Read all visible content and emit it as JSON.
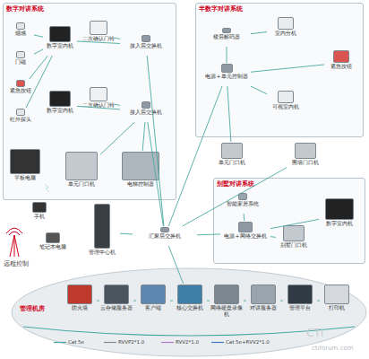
{
  "diagram": {
    "nodes": [
      {
        "text": [
          "数字对讲系统"
        ]
      },
      {
        "text": [
          "烟感"
        ],
        "in": 0
      },
      {
        "text": [
          "门磁"
        ],
        "in": 0
      },
      {
        "text": [
          "紧急按钮"
        ],
        "in": 0
      },
      {
        "text": [
          "红外探头"
        ],
        "in": 0
      },
      {
        "text": [
          "数字室内机"
        ],
        "in": 0
      },
      {
        "text": [
          "二次确认门铃"
        ],
        "in": 0
      },
      {
        "text": [
          "接入层交换机"
        ],
        "in": 0
      },
      {
        "text": [
          "数字室内机"
        ],
        "in": 0
      },
      {
        "text": [
          "二次确认门铃"
        ],
        "in": 0
      },
      {
        "text": [
          "接入层交换机"
        ],
        "in": 0
      },
      {
        "text": [
          "平板电脑"
        ],
        "in": 0
      },
      {
        "text": [
          "单元门口机"
        ],
        "in": 0
      },
      {
        "text": [
          "电梯控制器"
        ],
        "in": 0
      },
      {
        "text": [
          "半数字对讲系统"
        ]
      },
      {
        "text": [
          "室内分机"
        ],
        "in": 14
      },
      {
        "text": [
          "楼层解码器"
        ],
        "in": 14
      },
      {
        "text": [
          "紧急按钮"
        ],
        "in": 14
      },
      {
        "text": [
          "电源+单元控制器"
        ],
        "in": 14
      },
      {
        "text": [
          "可视室内机"
        ],
        "in": 14
      },
      {
        "text": [
          "单元门口机"
        ]
      },
      {
        "text": [
          "围墙门口机"
        ]
      },
      {
        "text": [
          "别墅对讲系统"
        ]
      },
      {
        "text": [
          "智能家居系统"
        ],
        "in": 22
      },
      {
        "text": [
          "电源+网络交换机"
        ],
        "in": 22
      },
      {
        "text": [
          "别墅门口机"
        ],
        "in": 22
      },
      {
        "text": [
          "数字室内机"
        ],
        "in": 22
      },
      {
        "text": [
          "管理中心机"
        ]
      },
      {
        "text": [
          "汇聚层交换机"
        ]
      },
      {
        "text": [
          "手机"
        ]
      },
      {
        "text": [
          "笔记本电脑"
        ]
      },
      {
        "text": [
          "管理机房"
        ]
      },
      {
        "text": [
          "防火墙"
        ],
        "in": 31
      },
      {
        "text": [
          "云存储服务器"
        ],
        "in": 31
      },
      {
        "text": [
          "客户端"
        ],
        "in": 31
      },
      {
        "text": [
          "核心交换机"
        ],
        "in": 31
      },
      {
        "text": [
          "网络硬盘录像机"
        ],
        "in": 31
      },
      {
        "text": [
          "对讲服务器"
        ],
        "in": 31
      },
      {
        "text": [
          "管理平台"
        ],
        "in": 31
      },
      {
        "text": [
          "打印机"
        ],
        "in": 31
      }
    ],
    "edges": [
      {
        "from": 1,
        "to": 5,
        "arrow": "none"
      },
      {
        "from": 2,
        "to": 5,
        "arrow": "none"
      },
      {
        "from": 3,
        "to": 5,
        "arrow": "none"
      },
      {
        "from": 4,
        "to": 5,
        "arrow": "none"
      },
      {
        "from": 5,
        "to": 7,
        "arrow": "none"
      },
      {
        "from": 6,
        "to": 7,
        "arrow": "none"
      },
      {
        "from": 8,
        "to": 10,
        "arrow": "none"
      },
      {
        "from": 9,
        "to": 10,
        "arrow": "none"
      },
      {
        "from": 12,
        "to": 10,
        "arrow": "none"
      },
      {
        "from": 13,
        "to": 10,
        "arrow": "none"
      },
      {
        "from": 7,
        "to": 28,
        "arrow": "none"
      },
      {
        "from": 10,
        "to": 28,
        "arrow": "none"
      },
      {
        "from": 15,
        "to": 16,
        "arrow": "none"
      },
      {
        "from": 16,
        "to": 18,
        "arrow": "none"
      },
      {
        "from": 17,
        "to": 18,
        "arrow": "none"
      },
      {
        "from": 19,
        "to": 18,
        "arrow": "none"
      },
      {
        "from": 20,
        "to": 18,
        "arrow": "none"
      },
      {
        "from": 18,
        "to": 28,
        "arrow": "none"
      },
      {
        "from": 21,
        "to": 28,
        "arrow": "none"
      },
      {
        "from": 23,
        "to": 24,
        "arrow": "none"
      },
      {
        "from": 25,
        "to": 24,
        "arrow": "none"
      },
      {
        "from": 26,
        "to": 24,
        "arrow": "none"
      },
      {
        "from": 24,
        "to": 28,
        "arrow": "none"
      },
      {
        "from": 27,
        "to": 28,
        "arrow": "none"
      },
      {
        "from": 28,
        "to": 35,
        "arrow": "none"
      },
      {
        "from": 32,
        "to": 33,
        "arrow": "none"
      },
      {
        "from": 33,
        "to": 34,
        "arrow": "none"
      },
      {
        "from": 34,
        "to": 35,
        "arrow": "none"
      },
      {
        "from": 35,
        "to": 36,
        "arrow": "none"
      },
      {
        "from": 36,
        "to": 37,
        "arrow": "none"
      },
      {
        "from": 37,
        "to": 38,
        "arrow": "none"
      },
      {
        "from": 38,
        "to": 39,
        "arrow": "none"
      }
    ],
    "labels": [
      "远程控制",
      "CTI",
      "ctiforum.com"
    ],
    "legend": [
      {
        "text": "Cat 5e"
      },
      {
        "text": "RVVP2*1.0"
      },
      {
        "text": "RVV2*1.0"
      },
      {
        "text": "Cat 5e+RVV2*1.0"
      }
    ]
  }
}
